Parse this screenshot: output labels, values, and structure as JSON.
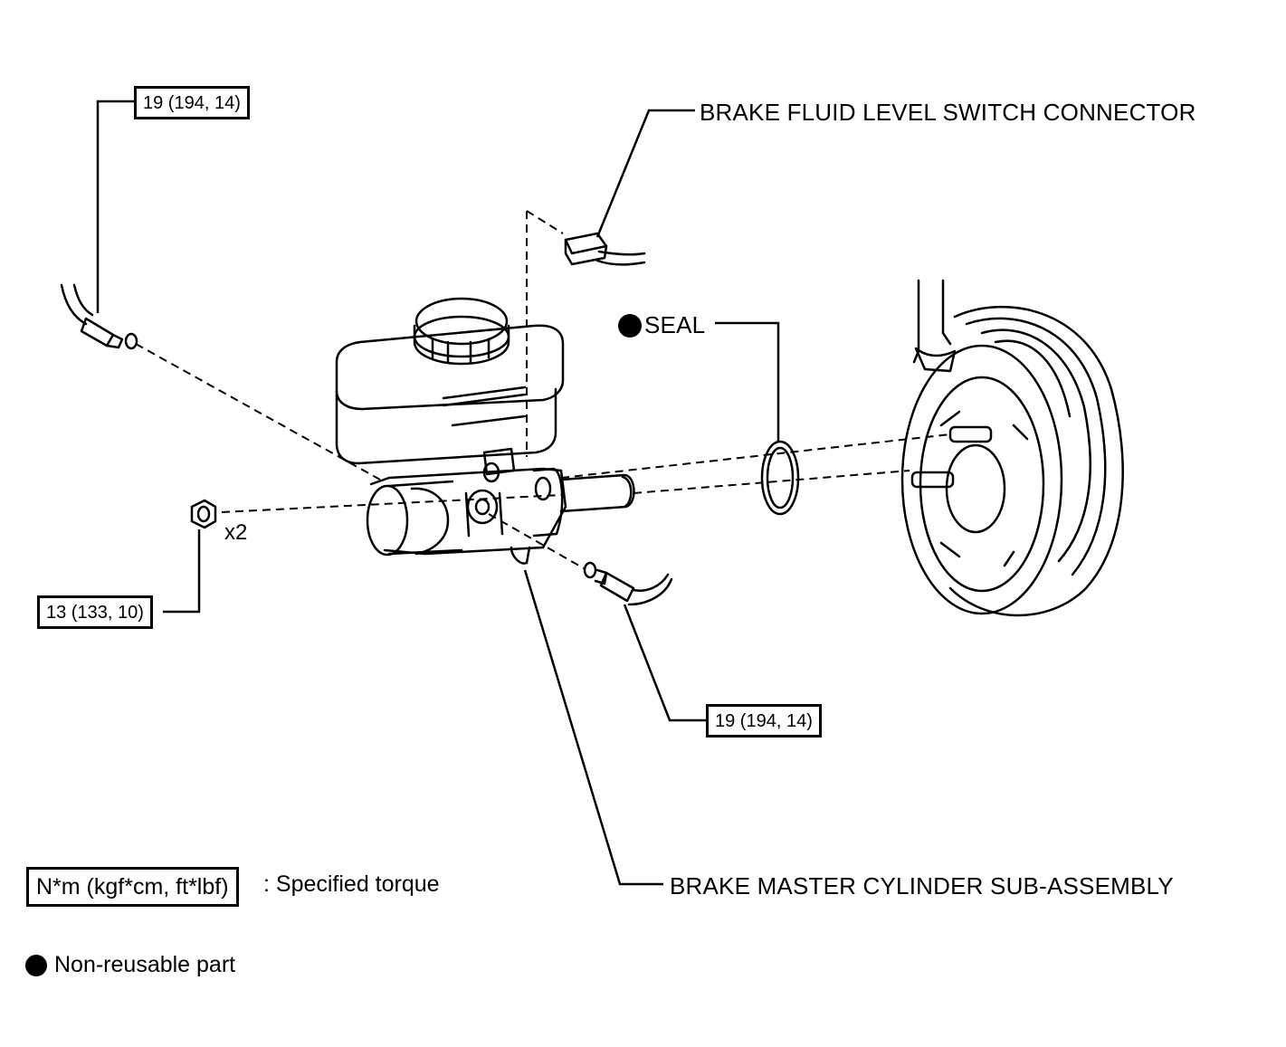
{
  "labels": {
    "fluid_connector": "BRAKE FLUID LEVEL SWITCH CONNECTOR",
    "seal": "SEAL",
    "master_cylinder": "BRAKE MASTER CYLINDER SUB-ASSEMBLY",
    "nut_quantity": "x2"
  },
  "torques": {
    "brake_line_upper": "19 (194, 14)",
    "brake_line_lower": "19 (194, 14)",
    "mounting_nut": "13 (133, 10)"
  },
  "legend": {
    "torque_unit_box": "N*m (kgf*cm, ft*lbf)",
    "torque_desc": ": Specified torque",
    "non_reusable": "Non-reusable part"
  }
}
